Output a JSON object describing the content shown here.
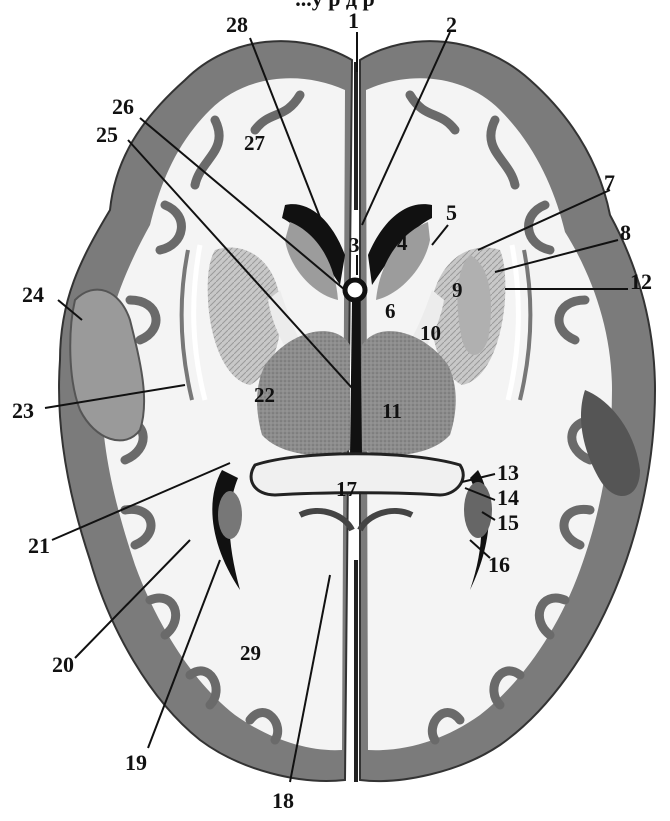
{
  "header": {
    "cut_text": "...у                    р         д                                          р"
  },
  "labels": [
    {
      "id": "1",
      "text": "1"
    },
    {
      "id": "2",
      "text": "2"
    },
    {
      "id": "3",
      "text": "3"
    },
    {
      "id": "4",
      "text": "4"
    },
    {
      "id": "5",
      "text": "5"
    },
    {
      "id": "6",
      "text": "6"
    },
    {
      "id": "7",
      "text": "7"
    },
    {
      "id": "8",
      "text": "8"
    },
    {
      "id": "9",
      "text": "9"
    },
    {
      "id": "10",
      "text": "10"
    },
    {
      "id": "11",
      "text": "11"
    },
    {
      "id": "12",
      "text": "12"
    },
    {
      "id": "13",
      "text": "13"
    },
    {
      "id": "14",
      "text": "14"
    },
    {
      "id": "15",
      "text": "15"
    },
    {
      "id": "16",
      "text": "16"
    },
    {
      "id": "17",
      "text": "17"
    },
    {
      "id": "18",
      "text": "18"
    },
    {
      "id": "19",
      "text": "19"
    },
    {
      "id": "20",
      "text": "20"
    },
    {
      "id": "21",
      "text": "21"
    },
    {
      "id": "22",
      "text": "22"
    },
    {
      "id": "23",
      "text": "23"
    },
    {
      "id": "24",
      "text": "24"
    },
    {
      "id": "25",
      "text": "25"
    },
    {
      "id": "26",
      "text": "26"
    },
    {
      "id": "27",
      "text": "27"
    },
    {
      "id": "28",
      "text": "28"
    },
    {
      "id": "29",
      "text": "29"
    }
  ]
}
